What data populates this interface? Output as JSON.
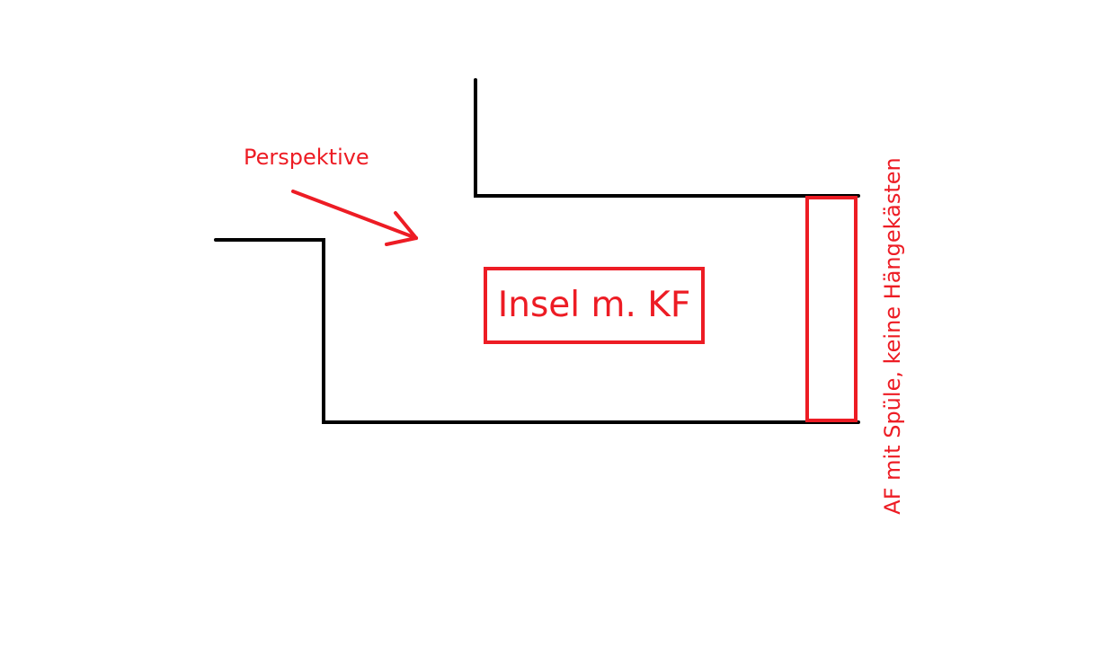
{
  "colors": {
    "background": "#ffffff",
    "wall": "#000000",
    "annotation": "#ed1c24"
  },
  "icons": {
    "direction_arrow": "arrow-icon"
  },
  "diagram": {
    "perspective_label": "Perspektive",
    "island_label": "Insel m. KF",
    "counter_label": "AF mit Spüle, keine Hängekästen"
  }
}
